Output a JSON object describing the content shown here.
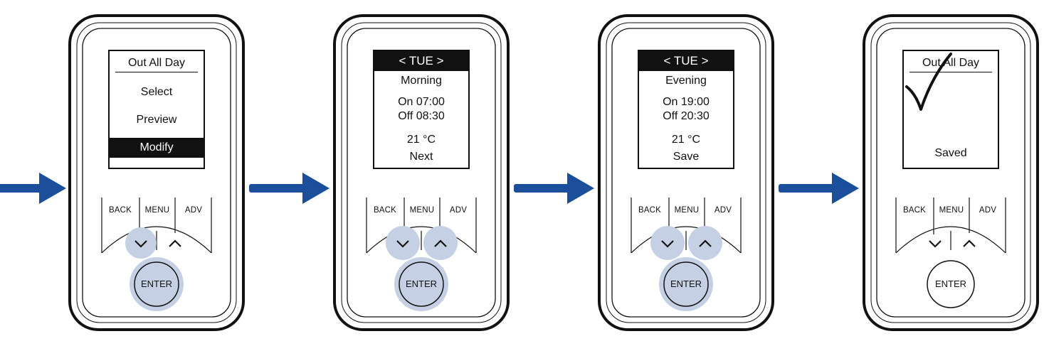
{
  "colors": {
    "arrow": "#1b4f9c",
    "highlight": "#c5d0e4",
    "outline": "#111111"
  },
  "buttons": {
    "back": "BACK",
    "menu": "MENU",
    "adv": "ADV",
    "enter": "ENTER",
    "down_icon": "chevron-down-icon",
    "up_icon": "chevron-up-icon"
  },
  "steps": [
    {
      "title": "Out All Day",
      "items": [
        "Select",
        "Preview",
        "Modify"
      ],
      "selected": "Modify",
      "highlighted_buttons": [
        "down",
        "enter"
      ]
    },
    {
      "day": "<  TUE  >",
      "period": "Morning",
      "on": "On 07:00",
      "off": "Off 08:30",
      "temp": "21 °C",
      "action": "Next",
      "highlighted_buttons": [
        "down",
        "up",
        "enter"
      ]
    },
    {
      "day": "<  TUE  >",
      "period": "Evening",
      "on": "On 19:00",
      "off": "Off 20:30",
      "temp": "21 °C",
      "action": "Save",
      "highlighted_buttons": [
        "down",
        "up",
        "enter"
      ]
    },
    {
      "title": "Out All Day",
      "status": "Saved",
      "status_icon": "checkmark-icon",
      "highlighted_buttons": []
    }
  ]
}
